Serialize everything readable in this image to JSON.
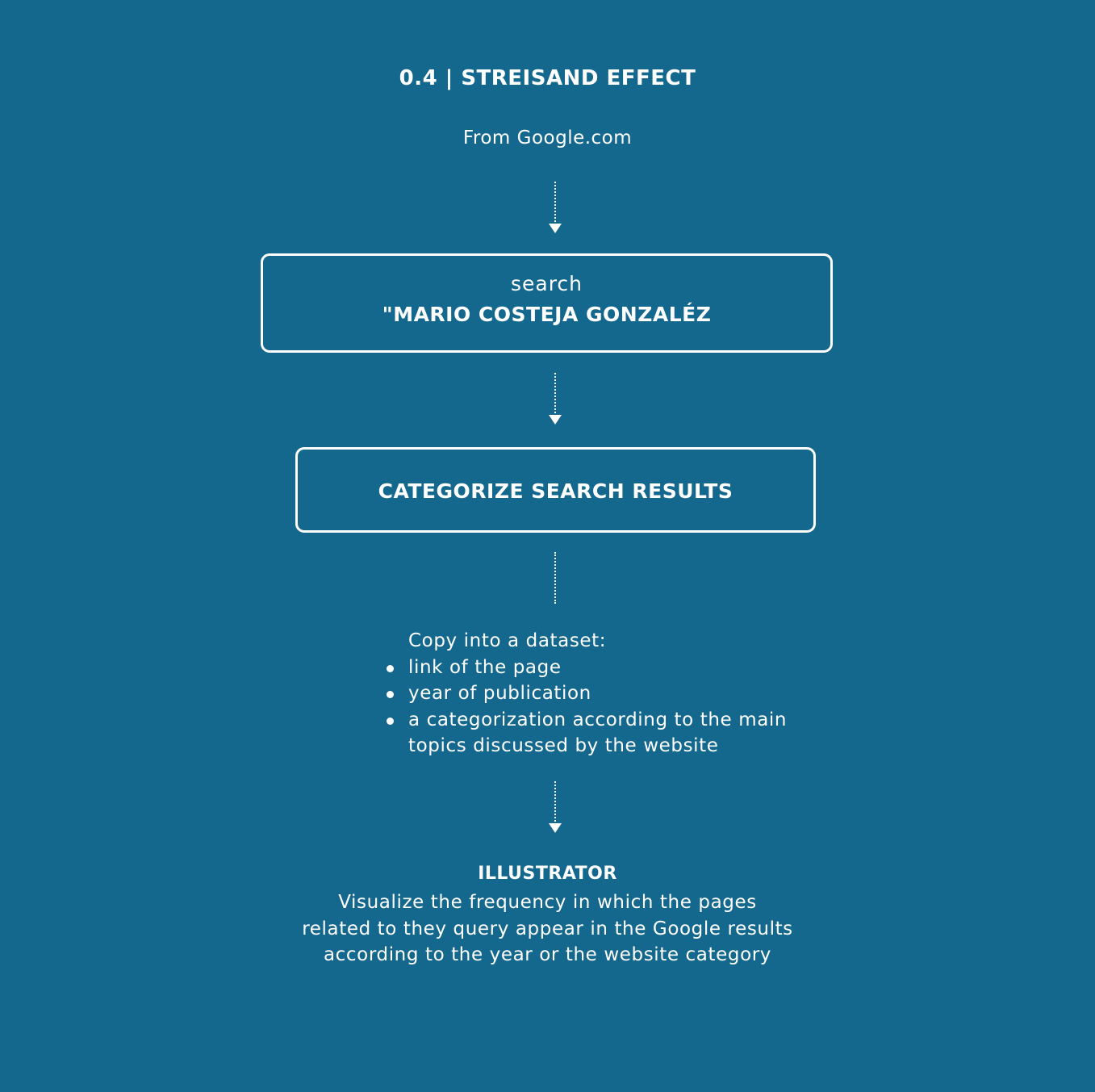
{
  "title": "0.4 | STREISAND EFFECT",
  "source": "From Google.com",
  "steps": {
    "search": {
      "label": "search",
      "query": "\"MARIO COSTEJA GONZALÉZ"
    },
    "categorize": {
      "label": "CATEGORIZE SEARCH RESULTS"
    },
    "dataset": {
      "intro": "Copy into a dataset:",
      "items": [
        "link of the page",
        "year of publication",
        "a categorization according to the main topics discussed by the  website"
      ]
    },
    "illustrator": {
      "title": "ILLUSTRATOR",
      "lines": [
        "Visualize the frequency in which the pages",
        "related to they query appear in the Google results",
        "according to the year or the website category"
      ]
    }
  }
}
